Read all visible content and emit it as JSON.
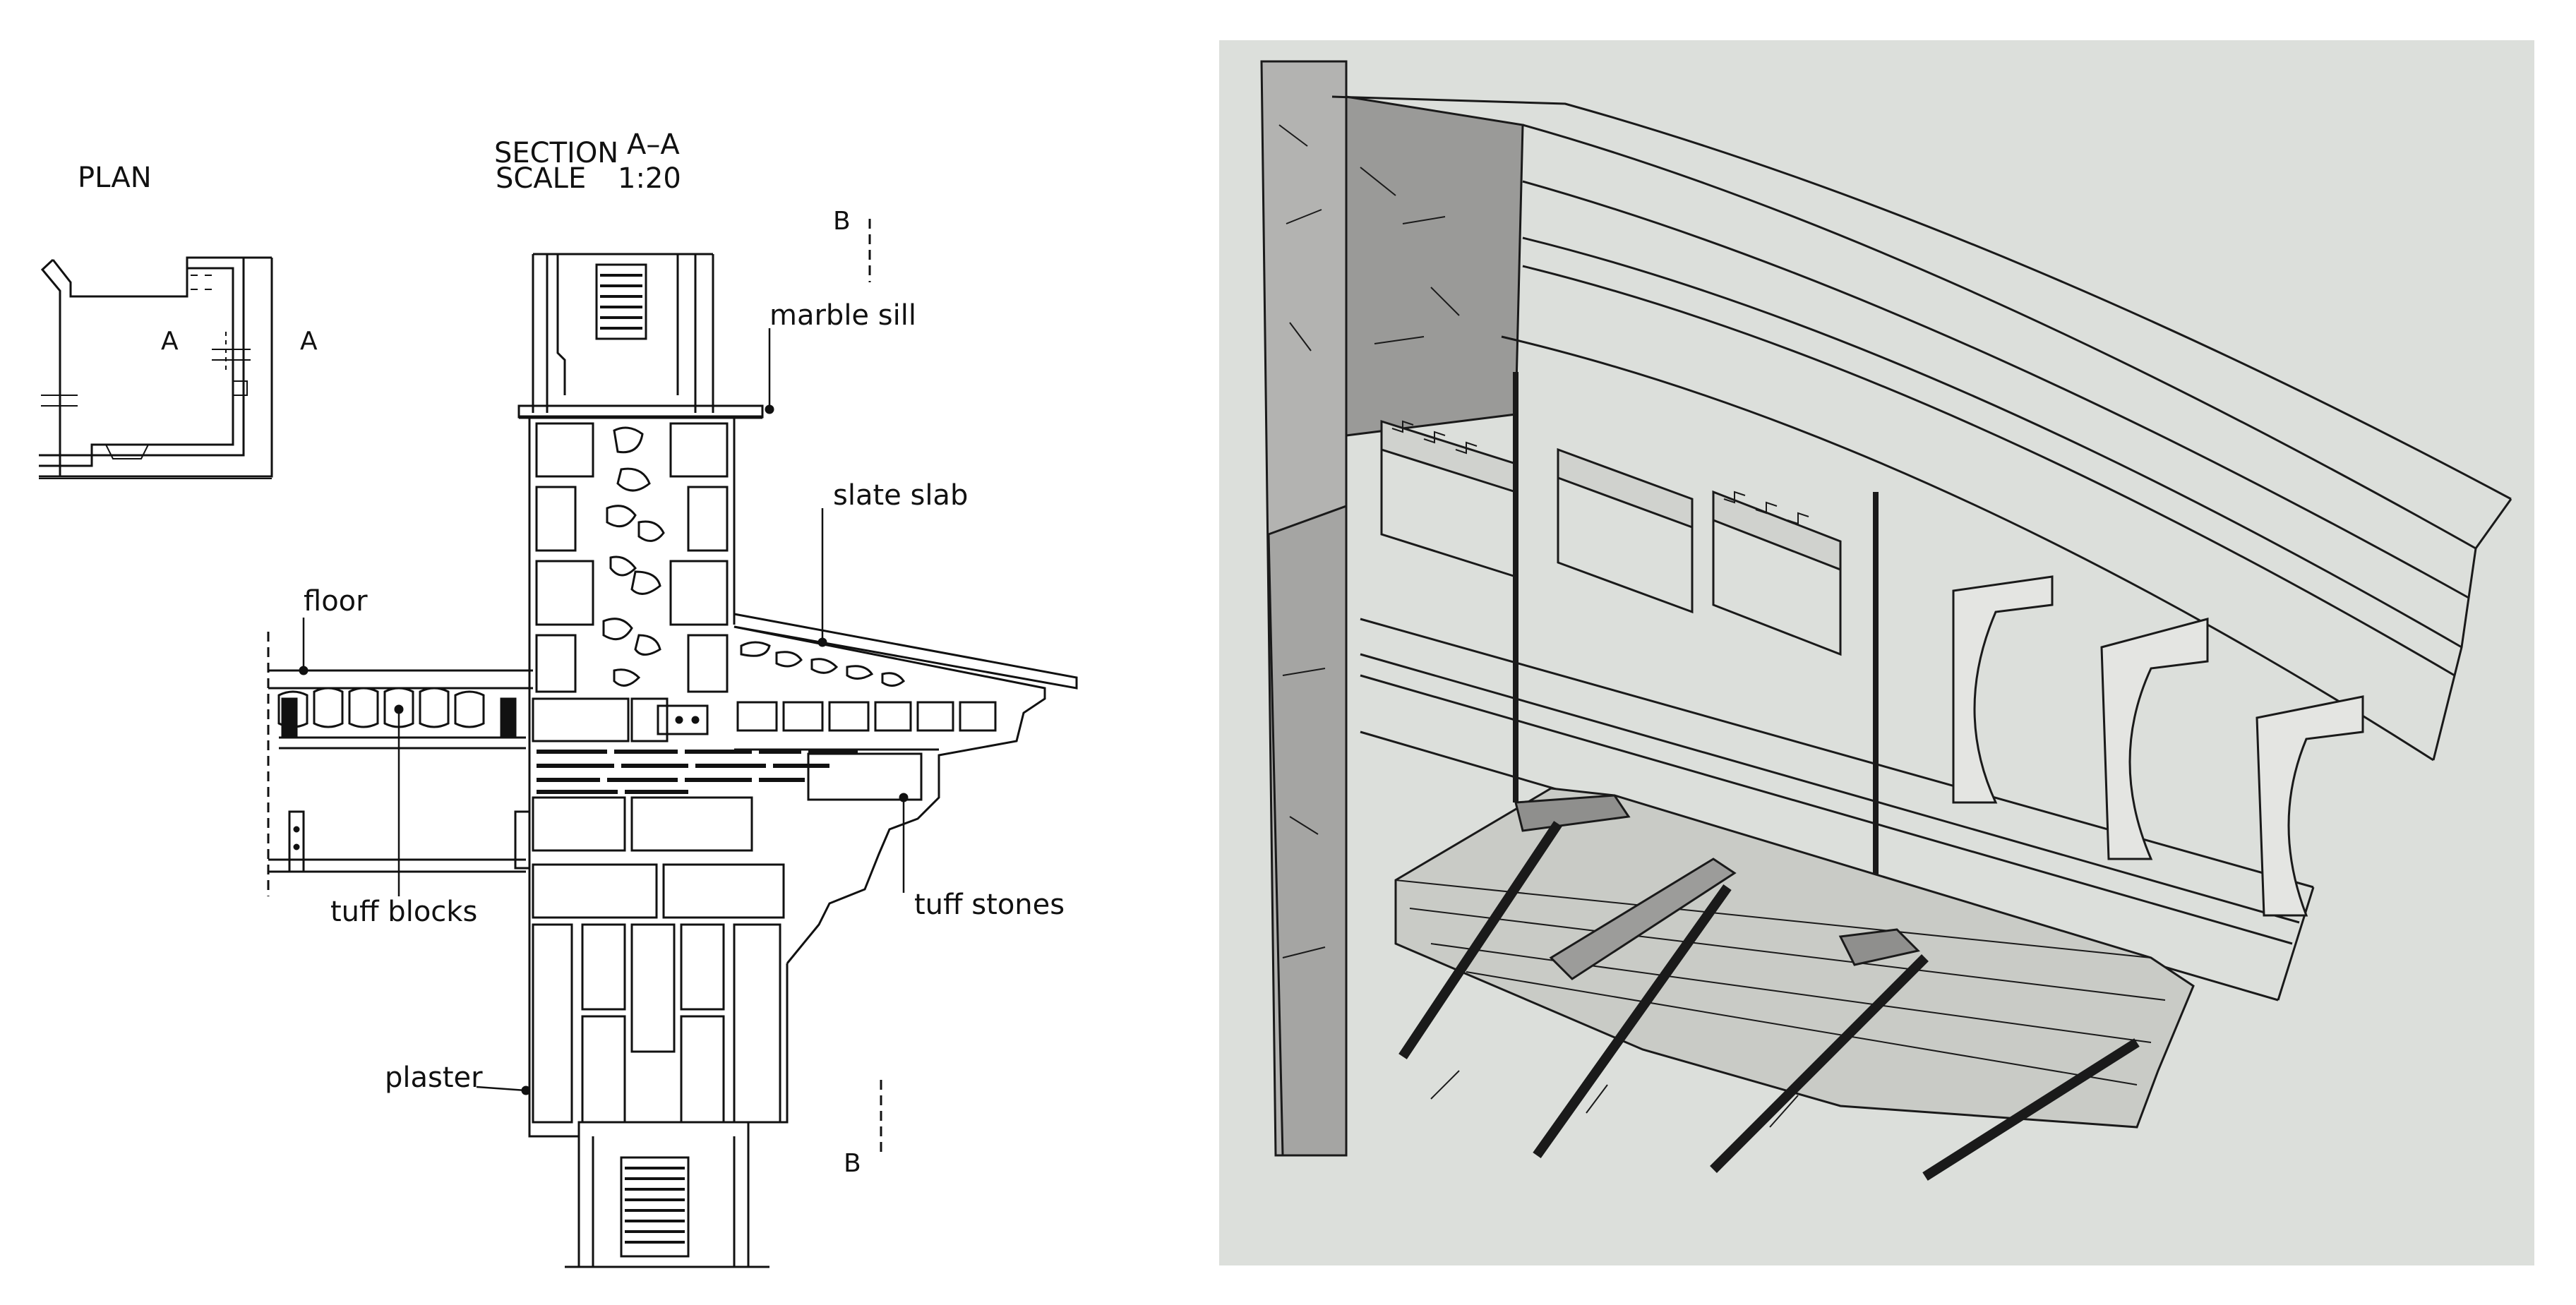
{
  "plan": {
    "title": "PLAN",
    "mark_left": "A",
    "mark_right": "A"
  },
  "section": {
    "title": "SECTION",
    "ref": "A–A",
    "scale_label": "SCALE",
    "scale_value": "1:20",
    "cut_top": "B",
    "cut_bottom": "B"
  },
  "labels": {
    "marble_sill": "marble sill",
    "slate_slab": "slate slab",
    "floor": "floor",
    "tuff_blocks": "tuff blocks",
    "tuff_stones": "tuff stones",
    "plaster": "plaster"
  },
  "colors": {
    "ink": "#111111",
    "paper": "#ffffff",
    "photo_paper": "#dcdfdb",
    "masonry": "#9a9a9a"
  }
}
